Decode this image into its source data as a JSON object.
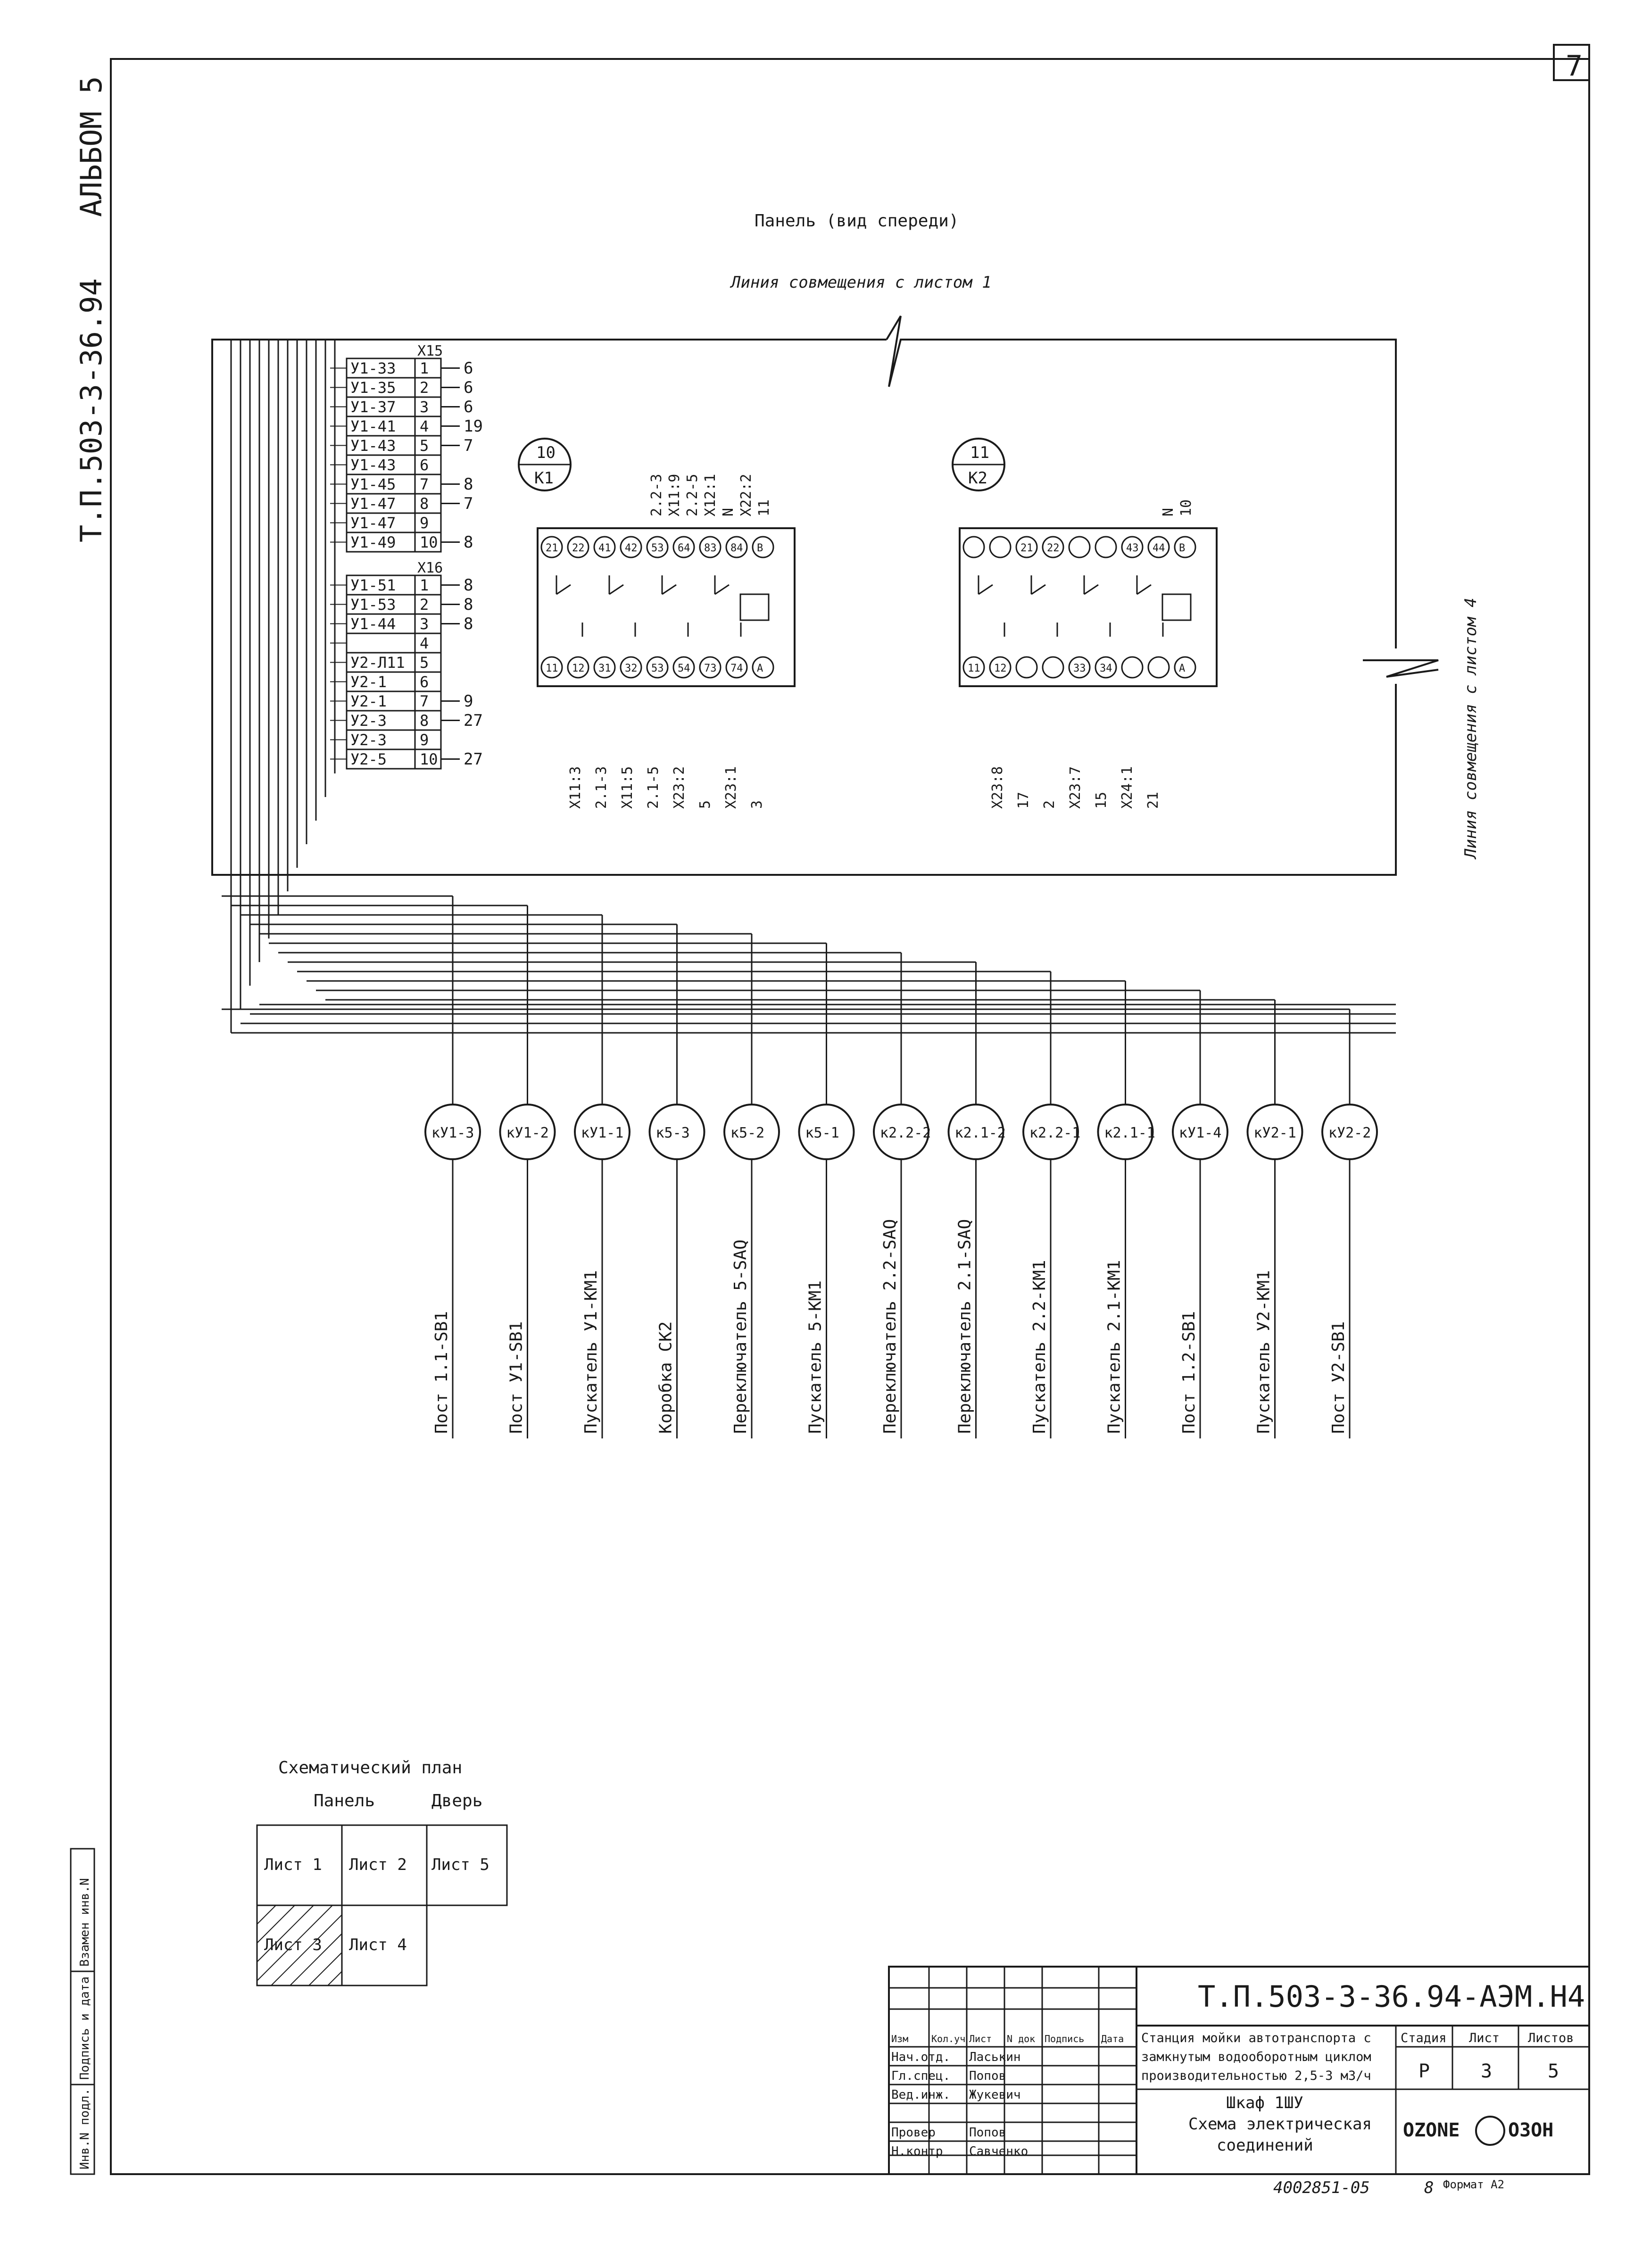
{
  "sheet_number": "7",
  "album": "АЛЬБОМ 5",
  "project_code_side": "Т.П.503-3-36.94",
  "panel_title": "Панель (вид спереди)",
  "junction_line_top": "Линия совмещения с листом 1",
  "junction_line_right": "Линия совмещения с листом 4",
  "terminal_blocks": [
    {
      "name": "X15",
      "rows": [
        {
          "label": "У1-33",
          "num": "1",
          "wire": "6"
        },
        {
          "label": "У1-35",
          "num": "2",
          "wire": "6"
        },
        {
          "label": "У1-37",
          "num": "3",
          "wire": "6"
        },
        {
          "label": "У1-41",
          "num": "4",
          "wire": "19"
        },
        {
          "label": "У1-43",
          "num": "5",
          "wire": "7"
        },
        {
          "label": "У1-43",
          "num": "6",
          "wire": ""
        },
        {
          "label": "У1-45",
          "num": "7",
          "wire": "8"
        },
        {
          "label": "У1-47",
          "num": "8",
          "wire": "7"
        },
        {
          "label": "У1-47",
          "num": "9",
          "wire": ""
        },
        {
          "label": "У1-49",
          "num": "10",
          "wire": "8"
        }
      ]
    },
    {
      "name": "X16",
      "rows": [
        {
          "label": "У1-51",
          "num": "1",
          "wire": "8"
        },
        {
          "label": "У1-53",
          "num": "2",
          "wire": "8"
        },
        {
          "label": "У1-44",
          "num": "3",
          "wire": "8"
        },
        {
          "label": "",
          "num": "4",
          "wire": ""
        },
        {
          "label": "У2-Л11",
          "num": "5",
          "wire": ""
        },
        {
          "label": "У2-1",
          "num": "6",
          "wire": ""
        },
        {
          "label": "У2-1",
          "num": "7",
          "wire": "9"
        },
        {
          "label": "У2-3",
          "num": "8",
          "wire": "27"
        },
        {
          "label": "У2-3",
          "num": "9",
          "wire": ""
        },
        {
          "label": "У2-5",
          "num": "10",
          "wire": "27"
        }
      ]
    }
  ],
  "relays": [
    {
      "pos": "10",
      "name": "K1",
      "top_pins": [
        "21",
        "22",
        "41",
        "42",
        "53",
        "64",
        "83",
        "84",
        "B"
      ],
      "bottom_pins": [
        "11",
        "12",
        "31",
        "32",
        "53",
        "54",
        "73",
        "74",
        "A"
      ],
      "top_wires": [
        "2.2-3",
        "X11:9",
        "2.2-5",
        "X12:1",
        "N",
        "X22:2",
        "11"
      ],
      "bottom_wires": [
        "X11:3",
        "2.1-3",
        "X11:5",
        "2.1-5",
        "X23:2",
        "5",
        "X23:1",
        "3"
      ]
    },
    {
      "pos": "11",
      "name": "K2",
      "top_pins": [
        "",
        "",
        "21",
        "22",
        "",
        "",
        "43",
        "44",
        "B"
      ],
      "bottom_pins": [
        "11",
        "12",
        "",
        "",
        "33",
        "34",
        "",
        "",
        "A"
      ],
      "top_wires": [
        "N",
        "10"
      ],
      "bottom_wires": [
        "X23:8",
        "17",
        "2",
        "X23:7",
        "15",
        "X24:1",
        "21"
      ]
    }
  ],
  "cables": [
    {
      "id": "кУ1-3",
      "dest": "Пост 1.1-SB1"
    },
    {
      "id": "кУ1-2",
      "dest": "Пост У1-SB1"
    },
    {
      "id": "кУ1-1",
      "dest": "Пускатель У1-КМ1"
    },
    {
      "id": "к5-3",
      "dest": "Коробка СК2"
    },
    {
      "id": "к5-2",
      "dest": "Переключатель 5-SAQ"
    },
    {
      "id": "к5-1",
      "dest": "Пускатель 5-КМ1"
    },
    {
      "id": "к2.2-2",
      "dest": "Переключатель 2.2-SAQ"
    },
    {
      "id": "к2.1-2",
      "dest": "Переключатель 2.1-SAQ"
    },
    {
      "id": "к2.2-1",
      "dest": "Пускатель 2.2-КМ1"
    },
    {
      "id": "к2.1-1",
      "dest": "Пускатель 2.1-КМ1"
    },
    {
      "id": "кУ1-4",
      "dest": "Пост 1.2-SB1"
    },
    {
      "id": "кУ2-1",
      "dest": "Пускатель У2-КМ1"
    },
    {
      "id": "кУ2-2",
      "dest": "Пост У2-SB1"
    }
  ],
  "schematic_plan": {
    "title": "Схематический план",
    "col_panel": "Панель",
    "col_door": "Дверь",
    "cells": [
      "Лист 1",
      "Лист 2",
      "Лист 5",
      "Лист 3",
      "Лист 4"
    ]
  },
  "left_strip": {
    "inv": "Инв.N подл.",
    "sign": "Подпись и дата",
    "replace": "Взамен инв.N"
  },
  "title_block": {
    "doc_code": "Т.П.503-3-36.94-АЭМ.Н4",
    "headers": [
      "Изм",
      "Кол.уч",
      "Лист",
      "N док",
      "Подпись",
      "Дата"
    ],
    "staff": [
      {
        "role": "Нач.отд.",
        "name": "Ласькин"
      },
      {
        "role": "Гл.спец.",
        "name": "Попов"
      },
      {
        "role": "Вед.инж.",
        "name": "Жукевич"
      },
      {
        "role": "",
        "name": ""
      },
      {
        "role": "Провер",
        "name": "Попов"
      },
      {
        "role": "Н.контр",
        "name": "Савченко"
      }
    ],
    "project_name": [
      "Станция мойки автотранспорта с",
      "замкнутым водооборотным циклом",
      "производительностью 2,5-3 м3/ч"
    ],
    "stage_label": "Стадия",
    "sheet_label": "Лист",
    "sheets_label": "Листов",
    "stage": "Р",
    "sheet": "3",
    "sheets": "5",
    "drawing_name": [
      "Шкаф 1ШУ",
      "Схема электрическая",
      "соединений"
    ],
    "org_left": "OZONE",
    "org_right": "ОЗОН",
    "bottom_ref": "4002851-05",
    "bottom_num": "8",
    "format_label": "Формат А2"
  }
}
